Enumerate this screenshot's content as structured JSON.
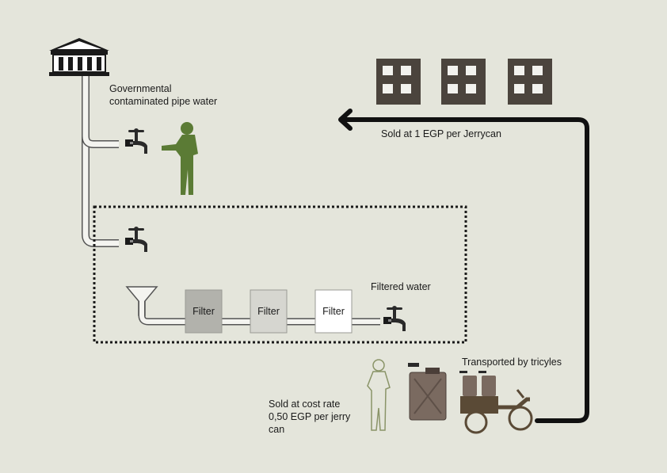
{
  "labels": {
    "pipe_water": [
      "Governmental",
      "contaminated pipe water"
    ],
    "filtered_water": "Filtered water",
    "sold_1egp": "Sold at 1 EGP per Jerrycan",
    "transported": "Transported by tricyles",
    "cost_rate": [
      "Sold at cost rate",
      "0,50 EGP per jerry",
      "can"
    ]
  },
  "filters": [
    {
      "label": "Filter",
      "color": "#b2b2ac"
    },
    {
      "label": "Filter",
      "color": "#d6d6d0"
    },
    {
      "label": "Filter",
      "color": "#ffffff"
    }
  ],
  "colors": {
    "background": "#e4e5db",
    "building": "#4b443d",
    "person": "#5b7b35",
    "outline_person": "#8a9468",
    "jerrycan": "#7a6a60",
    "tricycle": "#5a4a36",
    "arrow": "#111111"
  },
  "icons": [
    "government-building-icon",
    "tap-icon",
    "person-icon",
    "funnel-icon",
    "building-icon",
    "jerrycan-icon",
    "tricycle-icon",
    "arrow-icon"
  ]
}
